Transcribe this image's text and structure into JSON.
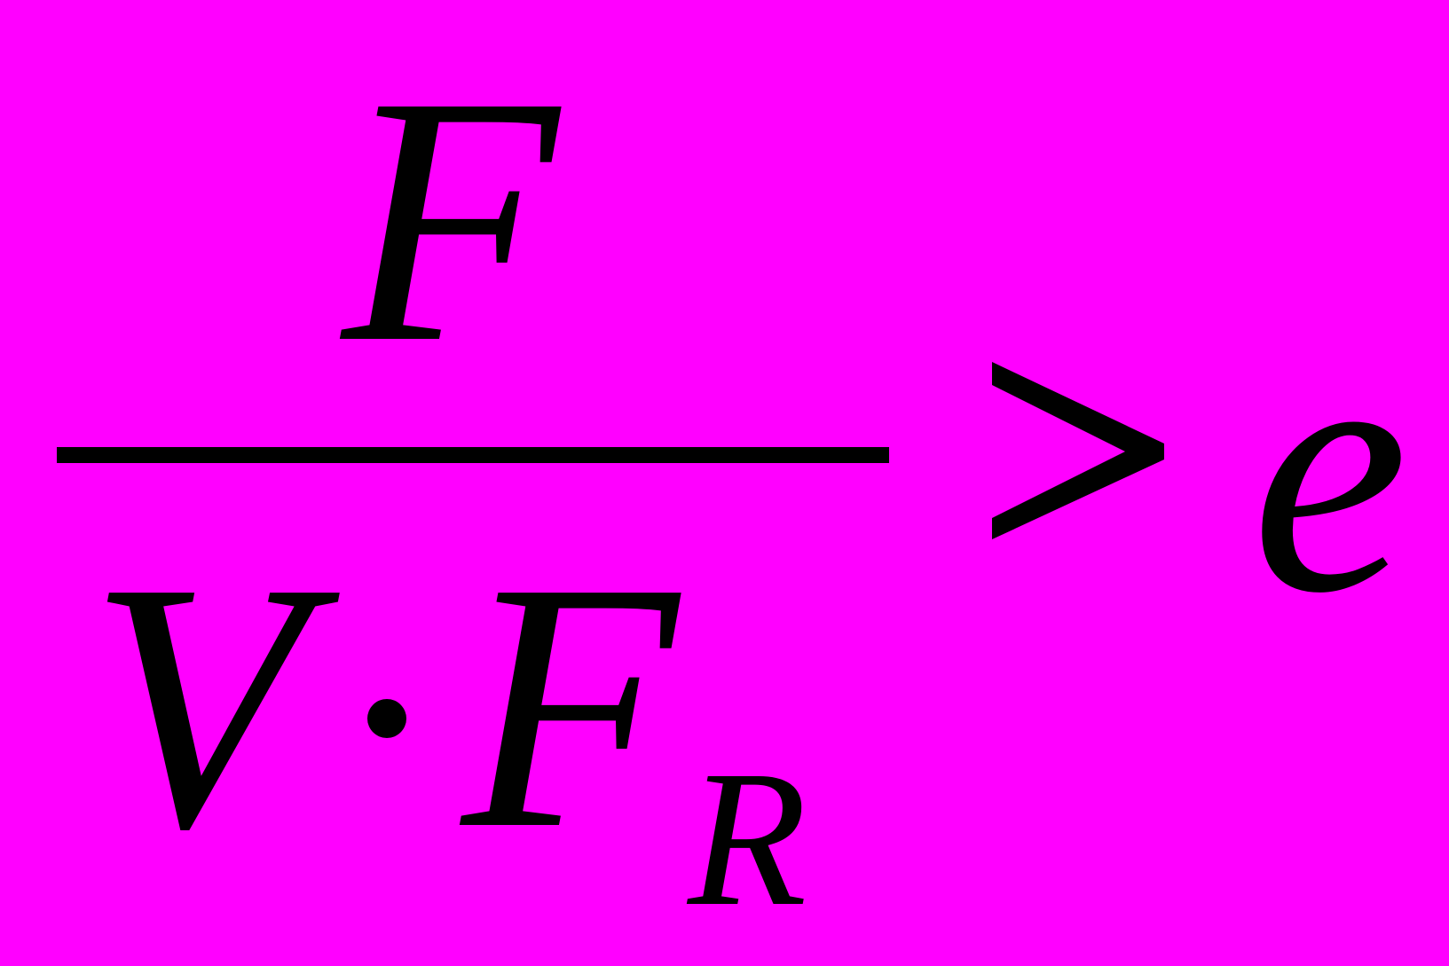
{
  "formula": {
    "numerator": "F",
    "denominator": {
      "left": "V",
      "operator": "·",
      "right": "F",
      "subscript": "R"
    },
    "relation": ">",
    "rhs": "e"
  },
  "colors": {
    "background": "#ff00ff",
    "ink": "#000000"
  }
}
